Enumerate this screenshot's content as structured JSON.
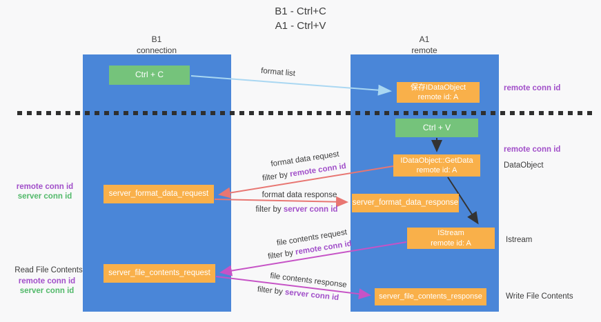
{
  "title": {
    "line1": "B1 - Ctrl+C",
    "line2": "A1 - Ctrl+V"
  },
  "columns": {
    "left": {
      "line1": "B1",
      "line2": "connection"
    },
    "right": {
      "line1": "A1",
      "line2": "remote"
    }
  },
  "nodes": {
    "ctrl_c": {
      "label": "Ctrl + C"
    },
    "ctrl_v": {
      "label": "Ctrl + V"
    },
    "save_dataobject": {
      "line1": "保存IDataObject",
      "line2": "remote id: A"
    },
    "getdata": {
      "line1": "IDataObject::GetData",
      "line2": "remote id: A"
    },
    "istream": {
      "line1": "IStream",
      "line2": "remote id: A"
    },
    "server_format_data_request": {
      "label": "server_format_data_request"
    },
    "server_format_data_response": {
      "label": "server_format_data_response"
    },
    "server_file_contents_request": {
      "label": "server_file_contents_request"
    },
    "server_file_contents_response": {
      "label": "server_file_contents_response"
    }
  },
  "edge_labels": {
    "format_list": "format list",
    "format_data_request": "format data request",
    "format_data_response": "format data response",
    "file_contents_request": "file contents request",
    "file_contents_response": "file contents response",
    "filter_prefix": "filter by ",
    "remote_conn_id": "remote conn id",
    "server_conn_id": "server conn id"
  },
  "side_labels": {
    "remote_conn_id": "remote conn id",
    "server_conn_id": "server conn id",
    "dataobject": "DataObject",
    "istream": "Istream",
    "read_file_contents": "Read File Contents",
    "write_file_contents": "Write File Contents"
  },
  "colors": {
    "background": "#f8f8f9",
    "column_blue": "#4a86d8",
    "box_green": "#75c37b",
    "box_orange": "#f9b04a",
    "arrow_light_blue": "#a9d7f2",
    "arrow_red": "#e87672",
    "arrow_magenta": "#c653c6",
    "arrow_black": "#333333",
    "label_purple": "#a14fc9",
    "label_green": "#52b96a",
    "text_dark": "#3d3d3d"
  }
}
